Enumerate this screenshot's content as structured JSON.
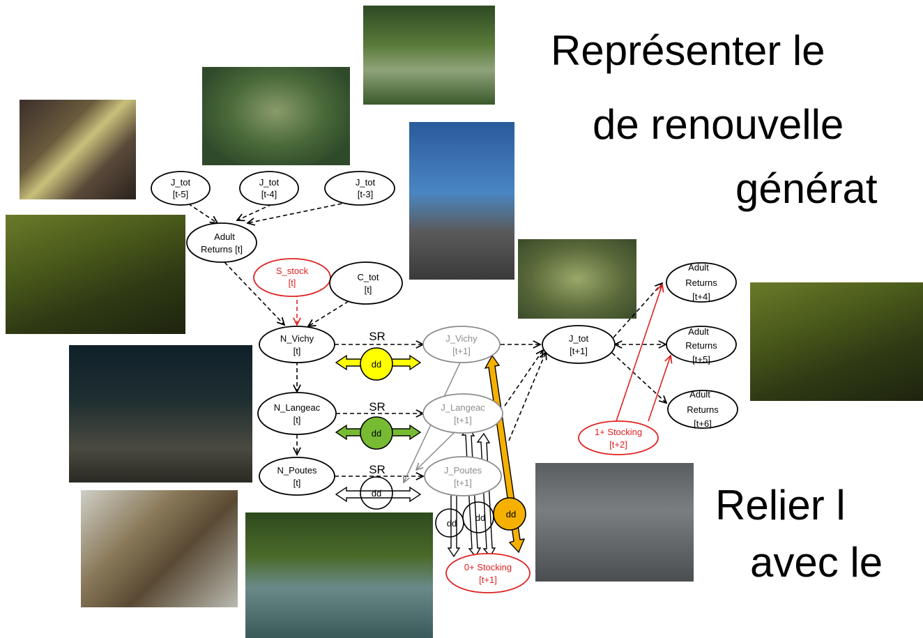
{
  "titles": {
    "top": [
      "Représenter le",
      "de renouvelle",
      "générat"
    ],
    "bottom": [
      "Relier l",
      "avec le"
    ]
  },
  "nodes": {
    "jtot_t5": [
      "J_tot",
      "[t-5]"
    ],
    "jtot_t4": [
      "J_tot",
      "[t-4]"
    ],
    "jtot_t3": [
      "J_tot",
      "[t-3]"
    ],
    "adult_returns_t": [
      "Adult",
      "Returns [t]"
    ],
    "s_stock": [
      "S_stock",
      "[t]"
    ],
    "c_tot": [
      "C_tot",
      "[t]"
    ],
    "n_vichy": [
      "N_Vichy",
      "[t]"
    ],
    "n_langeac": [
      "N_Langeac",
      "[t]"
    ],
    "n_poutes": [
      "N_Poutes",
      "[t]"
    ],
    "j_vichy": [
      "J_Vichy",
      "[t+1]"
    ],
    "j_langeac": [
      "J_Langeac",
      "[t+1]"
    ],
    "j_poutes": [
      "J_Poutes",
      "[t+1]"
    ],
    "jtot_t1": [
      "J_tot",
      "[t+1]"
    ],
    "adult_returns_t4": [
      "Adult",
      "Returns",
      "[t+4]"
    ],
    "adult_returns_t5": [
      "Adult",
      "Returns",
      "[t+5]"
    ],
    "adult_returns_t6": [
      "Adult",
      "Returns",
      "[t+6]"
    ],
    "stocking_1plus": [
      "1+ Stocking",
      "[t+2]"
    ],
    "stocking_0plus": [
      "0+ Stocking",
      "[t+1]"
    ]
  },
  "edge_labels": {
    "sr": "SR",
    "dd": "dd"
  },
  "colors": {
    "red": "#e02020",
    "grey": "#8c8c8c",
    "yellow": "#ffff00",
    "green": "#77bb33",
    "orange": "#f5b000",
    "black": "#000000"
  }
}
